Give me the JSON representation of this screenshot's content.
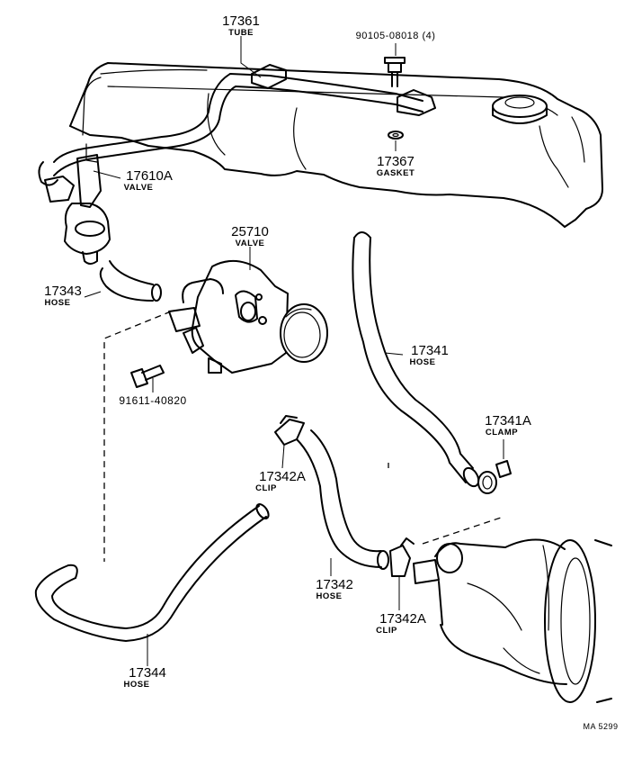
{
  "callouts": {
    "c17361": {
      "number": "17361",
      "name": "TUBE"
    },
    "c90105": {
      "number": "90105-08018 (4)"
    },
    "c17367": {
      "number": "17367",
      "name": "GASKET"
    },
    "c17610A": {
      "number": "17610A",
      "name": "VALVE"
    },
    "c25710": {
      "number": "25710",
      "name": "VALVE"
    },
    "c17343": {
      "number": "17343",
      "name": "HOSE"
    },
    "c91611": {
      "number": "91611-40820"
    },
    "c17341": {
      "number": "17341",
      "name": "HOSE"
    },
    "c17341A": {
      "number": "17341A",
      "name": "CLAMP"
    },
    "c17342A_top": {
      "number": "17342A",
      "name": "CLIP"
    },
    "c17342": {
      "number": "17342",
      "name": "HOSE"
    },
    "c17342A_bottom": {
      "number": "17342A",
      "name": "CLIP"
    },
    "c17344": {
      "number": "17344",
      "name": "HOSE"
    }
  },
  "figure_code": "MA 5299"
}
